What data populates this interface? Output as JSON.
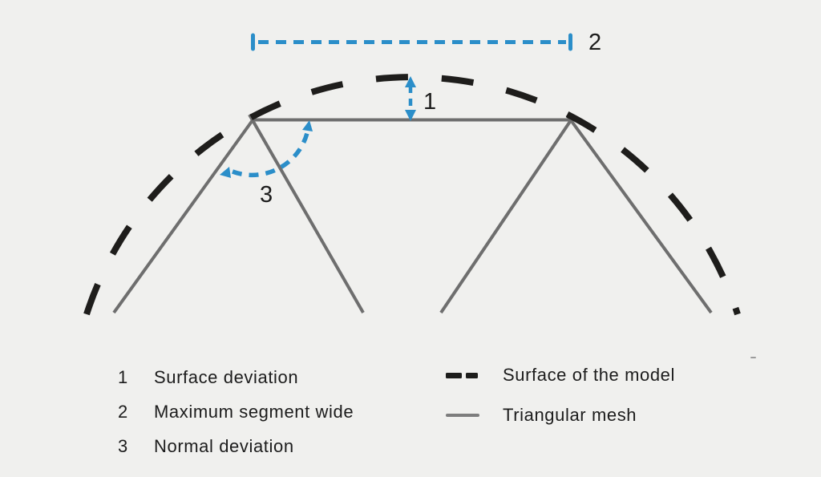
{
  "colors": {
    "background": "#f0f0ee",
    "accent_blue": "#2b8ec9",
    "surface_line_black": "#1e1d1b",
    "mesh_line_gray": "#6e6e6e",
    "text": "#1c1c1c"
  },
  "diagram": {
    "callout_1": "1",
    "callout_2": "2",
    "callout_3": "3"
  },
  "callout_list": [
    {
      "num": "1",
      "label": "Surface deviation"
    },
    {
      "num": "2",
      "label": "Maximum segment wide"
    },
    {
      "num": "3",
      "label": "Normal deviation"
    }
  ],
  "line_legend": [
    {
      "swatch": "dashed-black-line",
      "label": "Surface of the model"
    },
    {
      "swatch": "solid-gray-line",
      "label": "Triangular mesh"
    }
  ]
}
